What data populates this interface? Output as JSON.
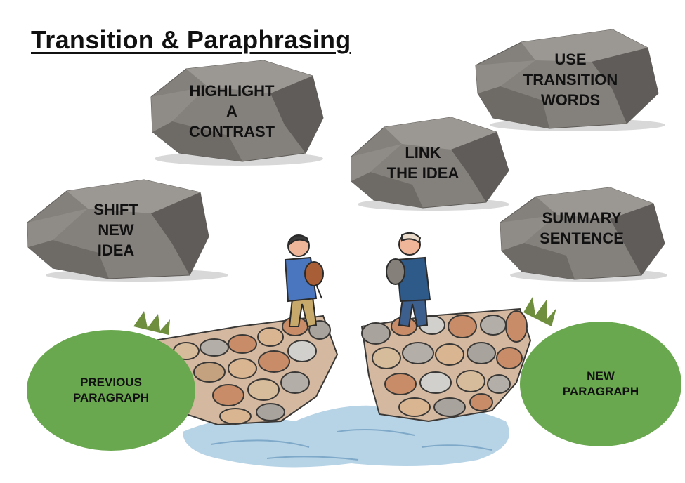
{
  "title": "Transition & Paraphrasing",
  "rocks": [
    {
      "lines": [
        "HIGHLIGHT",
        "A",
        "CONTRAST"
      ]
    },
    {
      "lines": [
        "USE",
        "TRANSITION",
        "WORDS"
      ]
    },
    {
      "lines": [
        "LINK",
        "THE IDEA"
      ]
    },
    {
      "lines": [
        "SHIFT",
        "NEW",
        "IDEA"
      ]
    },
    {
      "lines": [
        "SUMMARY",
        "SENTENCE"
      ]
    }
  ],
  "paragraphs": {
    "previous": [
      "PREVIOUS",
      "PARAGRAPH"
    ],
    "next": [
      "NEW",
      "PARAGRAPH"
    ]
  },
  "colors": {
    "rock_light": "#9b9793",
    "rock_mid": "#84807c",
    "rock_dark": "#5f5c59",
    "oval_green": "#6aa84f",
    "water": "#b7d3e6"
  }
}
